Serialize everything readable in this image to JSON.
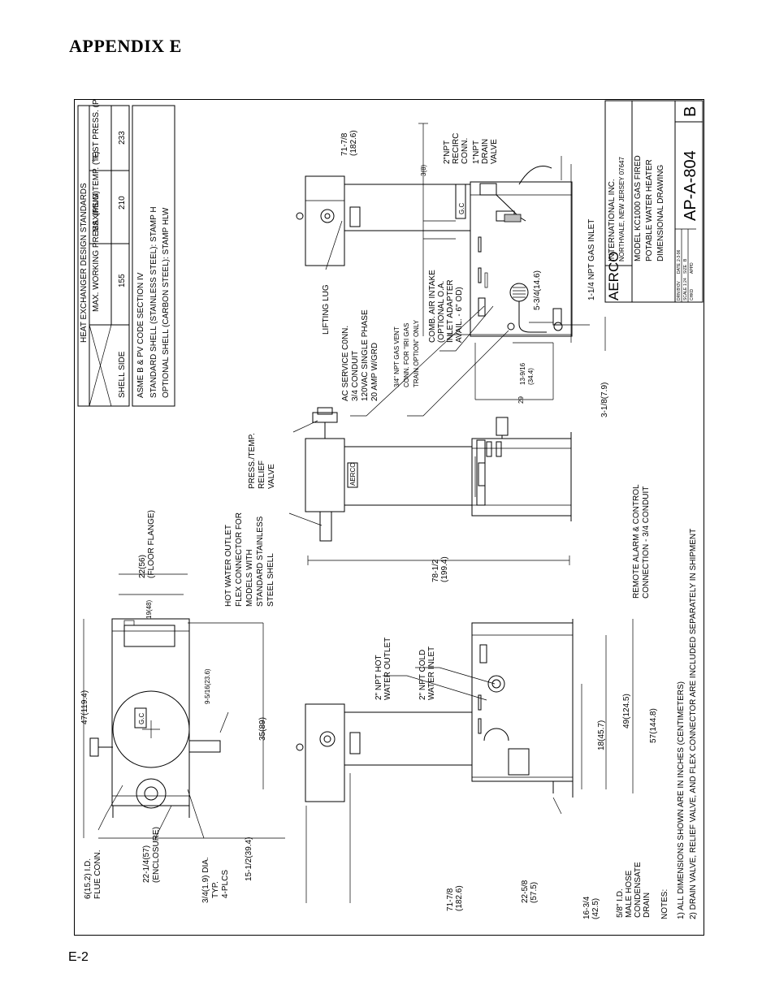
{
  "page": {
    "heading": "APPENDIX E",
    "page_number": "E-2"
  },
  "design_table": {
    "title": "HEAT EXCHANGER DESIGN STANDARDS",
    "col_max_working": "MAX. WORKING PRESS. (PSIG)",
    "col_max_temp": "MAXIMUM TEMP. (°F)",
    "col_test_press": "TEST PRESS. (PSIG)",
    "row_label": "SHELL SIDE",
    "max_working": "155",
    "max_temp": "210",
    "test_press": "233"
  },
  "code_box": {
    "line1": "ASME B & PV CODE SECTION IV",
    "line2": "STANDARD SHELL (STAINLESS STEEL): STAMP H",
    "line3": "OPTIONAL SHELL (CARBON STEEL): STAMP HLW"
  },
  "title_block": {
    "company": "AERCO",
    "company_full": "INTERNATIONAL INC.",
    "address": "NORTHVALE, NEW JERSEY 07647",
    "desc1": "MODEL KC1000 GAS FIRED",
    "desc2": "POTABLE WATER HEATER",
    "desc3": "DIMENSIONAL DRAWING",
    "drawing_number": "AP-A-804",
    "revision": "B",
    "drn_by": "DRN BY",
    "drn_val": "JV",
    "date": "DATE",
    "date_val": "2-3-96",
    "chkd": "CHKD",
    "scale": "SCALE",
    "scale_val": "1:24",
    "size": "SIZE",
    "size_val": "B",
    "appd": "APPD"
  },
  "labels": {
    "lifting_lug": "LIFTING LUG",
    "drain_valve": [
      "1\"NPT",
      "DRAIN",
      "VALVE"
    ],
    "recirc": [
      "2\"NPT",
      "RECIRC",
      "CONN."
    ],
    "gas_inlet": "1-1/4 NPT GAS INLET",
    "ac_service": [
      "AC SERVICE C0NN.",
      "3/4 CONDUIT",
      "120VAC SINGLE PHASE",
      "20 AMP W/GRD"
    ],
    "gas_vent": [
      "3/4\" NPT GAS VENT",
      "CONN. FOR \"IRI GAS",
      "TRAIN OPTION\" ONLY"
    ],
    "air_intake": [
      "COMB. AIR INTAKE",
      "(OPTIONAL O.A.",
      "INLET ADAPTER",
      "AVAIL. - 6\" OD)"
    ],
    "relief_valve": [
      "PRESS./TEMP.",
      "RELIEF",
      "VALVE"
    ],
    "hot_outlet_flex": [
      "HOT WATER OUTLET",
      "FLEX CONNECTOR FOR",
      "MODELS WITH",
      "STANDARD STAINLESS",
      "STEEL SHELL"
    ],
    "remote_alarm": [
      "REMOTE ALARM & CONTROL",
      "CONNECTION - 3/4 CONDUIT"
    ],
    "hot_outlet": [
      "2\" NPT HOT",
      "WATER OUTLET"
    ],
    "cold_inlet": [
      "2\" NPT COLD",
      "WATER INLET"
    ],
    "flue_conn": [
      "6(15.2) I.D.",
      "FLUE CONN."
    ],
    "enclosure": [
      "22-1/4(57)",
      "(ENCLOSURE)"
    ],
    "dia": [
      "3/4(1.9) DIA.",
      "TYP.",
      "4-PLCS"
    ],
    "condensate": [
      "5/8\" I.D.",
      "MALE HOSE",
      "CONDENSATE",
      "DRAIN"
    ],
    "floor_flange": [
      "22(56)",
      "(FLOOR FLANGE)"
    ],
    "gauge_text": "AERCO"
  },
  "dimensions": {
    "d_71_7_8_top": [
      "71-7/8",
      "(182.6)"
    ],
    "d_3_8": "3(8)",
    "d_5_3_4": "5-3/4(14.6)",
    "d_13_9_16": [
      "13-9/16",
      "(34.4)"
    ],
    "d_29": "29",
    "d_3_1_8": "3-1/8(7.9)",
    "d_78_1_2": [
      "78-1/2",
      "(199.4)"
    ],
    "d_19": "19(48)",
    "d_47": "47(119.4)",
    "d_9_5_16": "9-5/16(23.6)",
    "d_35": "35(89)",
    "d_15_1_2": "15-1/2(39.4)",
    "d_18": "18(45.7)",
    "d_49": "49(124.5)",
    "d_57": "57(144.8)",
    "d_22_5_8": [
      "22-5/8",
      "(57.5)"
    ],
    "d_16_3_4": [
      "16-3/4",
      "(42.5)"
    ],
    "d_71_7_8_bottom": [
      "71-7/8",
      "(182.6)"
    ]
  },
  "notes": {
    "heading": "NOTES:",
    "note1": "1) ALL DIMENSIONS SHOWN ARE IN INCHES (CENTIMETERS)",
    "note2": "2) DRAIN VALVE, RELIEF VALVE, AND FLEX CONNECTOR ARE INCLUDED SEPARATELY IN SHIPMENT"
  }
}
